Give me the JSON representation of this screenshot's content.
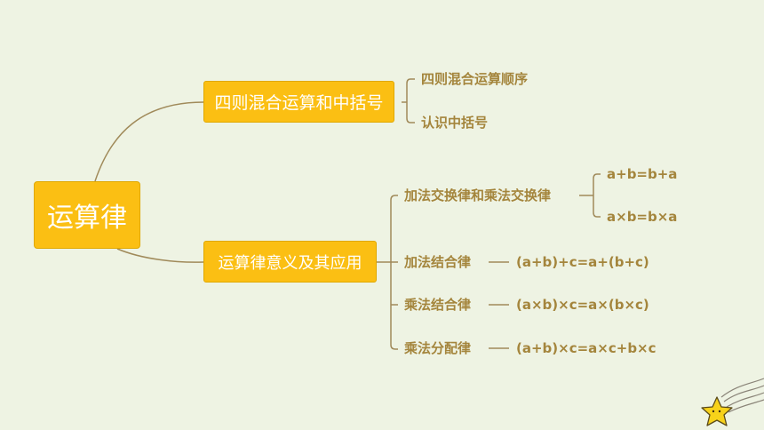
{
  "root": "运算律",
  "branch1": {
    "title": "四则混合运算和中括号",
    "items": [
      "四则混合运算顺序",
      "认识中括号"
    ]
  },
  "branch2": {
    "title": "运算律意义及其应用",
    "commutative": {
      "name": "加法交换律和乘法交换律",
      "formulas": [
        "a+b=b+a",
        "a×b=b×a"
      ]
    },
    "add_assoc": {
      "name": "加法结合律",
      "formula": "(a+b)+c=a+(b+c)"
    },
    "mul_assoc": {
      "name": "乘法结合律",
      "formula": "(a×b)×c=a×(b×c)"
    },
    "distributive": {
      "name": "乘法分配律",
      "formula": "(a+b)×c=a×c+b×c"
    }
  },
  "colors": {
    "background": "#eef3e3",
    "box": "#fbbf13",
    "connector": "#a08a5a",
    "label": "#a4853c",
    "star": "#f7d21a"
  }
}
